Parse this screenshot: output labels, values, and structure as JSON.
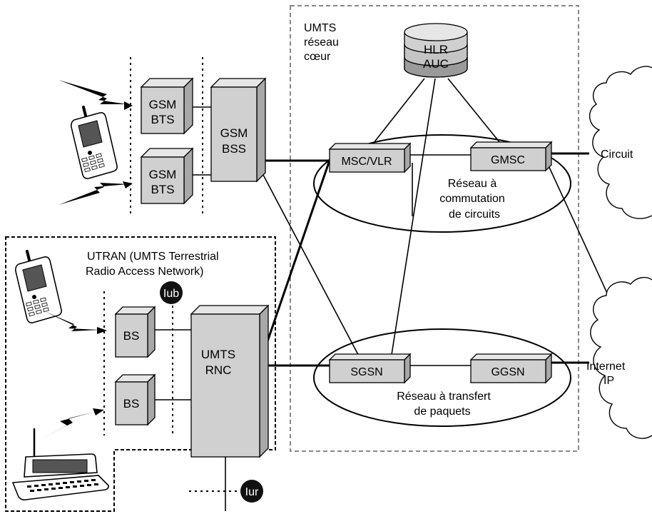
{
  "core": {
    "title_line1": "UMTS",
    "title_line2": "réseau",
    "title_line3": "cœur"
  },
  "hlr": {
    "line1": "HLR",
    "line2": "AUC"
  },
  "gsm": {
    "bts1_line1": "GSM",
    "bts1_line2": "BTS",
    "bts2_line1": "GSM",
    "bts2_line2": "BTS",
    "bss_line1": "GSM",
    "bss_line2": "BSS"
  },
  "circuit_network": {
    "msc": "MSC/VLR",
    "gmsc": "GMSC",
    "label_line1": "Réseau à",
    "label_line2": "commutation",
    "label_line3": "de circuits"
  },
  "packet_network": {
    "sgsn": "SGSN",
    "ggsn": "GGSN",
    "label_line1": "Réseau à transfert",
    "label_line2": "de paquets"
  },
  "clouds": {
    "circuit": "Circuit",
    "internet_line1": "Internet",
    "internet_line2": "IP"
  },
  "utran": {
    "title_line1": "UTRAN (UMTS Terrestrial",
    "title_line2": "Radio Access Network)",
    "bs1": "BS",
    "bs2": "BS",
    "rnc_line1": "UMTS",
    "rnc_line2": "RNC",
    "iub": "Iub",
    "iur": "Iur"
  }
}
